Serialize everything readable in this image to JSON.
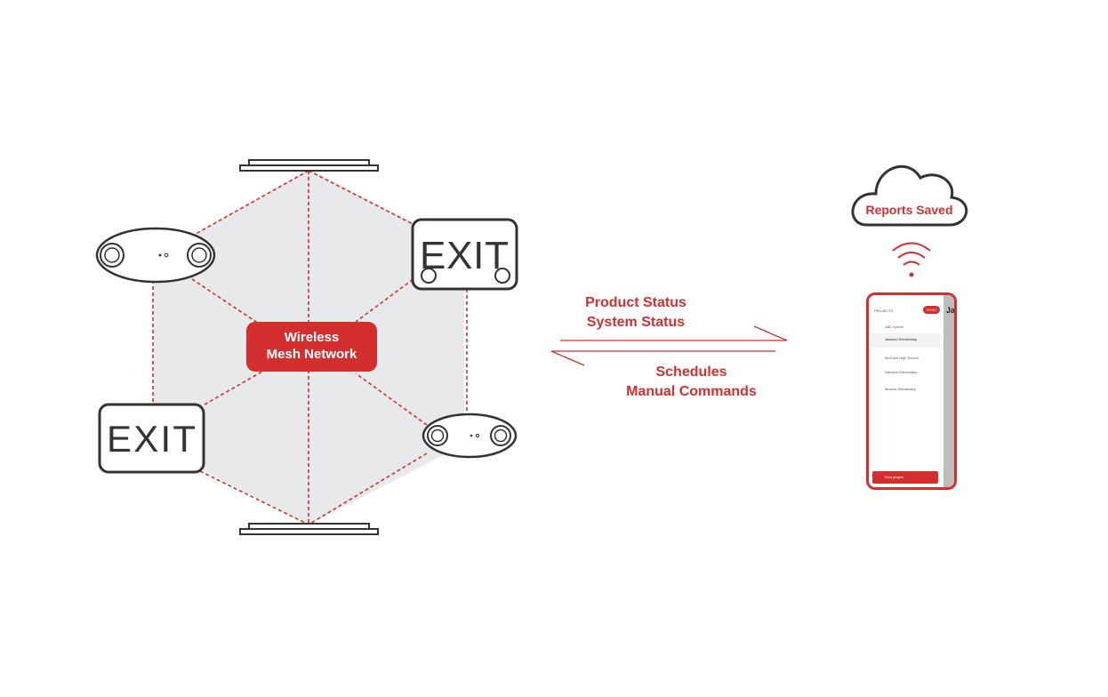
{
  "network_label": [
    "Wireless",
    "Mesh Network"
  ],
  "cloud_label": "Reports Saved",
  "uplink_labels": [
    "Product Status",
    "System Status"
  ],
  "downlink_labels": [
    "Schedules",
    "Manual Commands"
  ],
  "exit_sign_text": "EXIT",
  "accent_color": "#d32f2f",
  "phone": {
    "header": "PROJECTS",
    "sync_button": "SYNC",
    "projects": [
      "ABC school",
      "Jackson Elementary",
      "McGuire High School",
      "Harrison Elementary",
      "Monroe Elementary"
    ],
    "new_project_button": "New project",
    "side_title": "Jac"
  }
}
